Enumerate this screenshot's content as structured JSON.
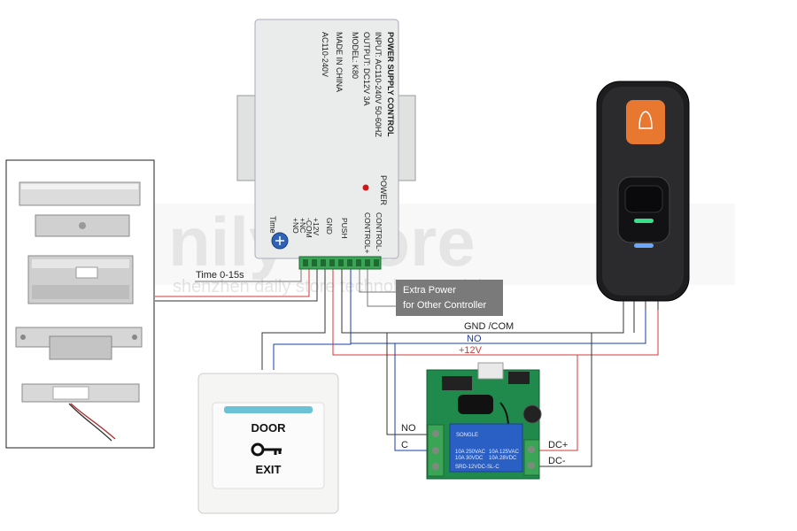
{
  "psu": {
    "title": "POWER SUPPLY CONTROL",
    "input": "INPUT: AC110-240V  50-60HZ",
    "output": "OUTPUT: DC12V  3A",
    "model": "MODEL: K80",
    "made_in": "MADE IN CHINA",
    "ac_label": "AC110-240V",
    "power_led_label": "POWER",
    "time_label": "Time",
    "terminals": [
      "+NO",
      "-COM",
      "+NC",
      "+12V",
      "GND",
      "PUSH",
      "CONTROL+",
      "CONTROL-"
    ]
  },
  "labels": {
    "time_range": "Time 0-15s",
    "extra_power_line1": "Extra Power",
    "extra_power_line2": "for Other Controller",
    "gnd_com": "GND /COM",
    "no": "NO",
    "plus12v": "+12V",
    "relay_no": "NO",
    "relay_c": "C",
    "relay_dc_plus": "DC+",
    "relay_dc_minus": "DC-"
  },
  "exit_button": {
    "top": "DOOR",
    "bottom": "EXIT"
  },
  "relay": {
    "brand": "SONGLE",
    "spec1": "10A 250VAC",
    "spec2": "10A 125VAC",
    "spec3": "10A 30VDC",
    "spec4": "10A 28VDC",
    "model": "SRD-12VDC-SL-C"
  },
  "watermark": {
    "main": "nily store",
    "sub": "shenzhen daily store technology Co.,ltd"
  },
  "colors": {
    "wire_red": "#d23a3a",
    "wire_blue": "#1a3ea8",
    "wire_dark": "#333333",
    "psu_body": "#e9ecea",
    "pcb_green": "#1f8a4c",
    "relay_blue": "#2a5fc4",
    "reader_orange": "#e8782f"
  }
}
